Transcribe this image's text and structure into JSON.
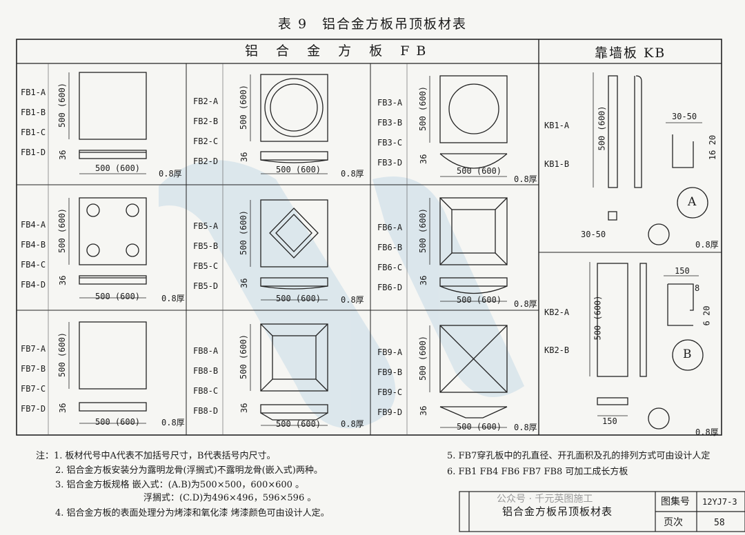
{
  "title": "表 9　铝合金方板吊顶板材表",
  "header": {
    "left": "铝 合 金 方 板 FB",
    "right": "靠墙板 KB"
  },
  "dims": {
    "side": "500 (600)",
    "bottom": "500 (600)",
    "h36": "36",
    "thick": "0.8厚"
  },
  "panels": [
    {
      "codes": [
        "FB1-A",
        "FB1-B",
        "FB1-C",
        "FB1-D"
      ]
    },
    {
      "codes": [
        "FB2-A",
        "FB2-B",
        "FB2-C",
        "FB2-D"
      ]
    },
    {
      "codes": [
        "FB3-A",
        "FB3-B",
        "FB3-C",
        "FB3-D"
      ]
    },
    {
      "codes": [
        "FB4-A",
        "FB4-B",
        "FB4-C",
        "FB4-D"
      ]
    },
    {
      "codes": [
        "FB5-A",
        "FB5-B",
        "FB5-C",
        "FB5-D"
      ]
    },
    {
      "codes": [
        "FB6-A",
        "FB6-B",
        "FB6-C",
        "FB6-D"
      ]
    },
    {
      "codes": [
        "FB7-A",
        "FB7-B",
        "FB7-C",
        "FB7-D"
      ]
    },
    {
      "codes": [
        "FB8-A",
        "FB8-B",
        "FB8-C",
        "FB8-D"
      ]
    },
    {
      "codes": [
        "FB9-A",
        "FB9-B",
        "FB9-C",
        "FB9-D"
      ]
    }
  ],
  "kb": {
    "top_codes": [
      "KB1-A",
      "KB1-B"
    ],
    "bottom_codes": [
      "KB2-A",
      "KB2-B"
    ],
    "detail_a": "A",
    "detail_b": "B",
    "d_30_50": "30-50",
    "d_16_20": "16 20",
    "d_150": "150",
    "d_8": "8",
    "d_6_20": "6 20"
  },
  "notes_left": [
    "注：1. 板材代号中A代表不加括号尺寸，B代表括号内尺寸。",
    "2. 铝合金方板安装分为露明龙骨(浮搁式)不露明龙骨(嵌入式)两种。",
    "3. 铝合金方板规格  嵌入式：(A.B)为500×500，600×600 。",
    "浮搁式：(C.D)为496×496，596×596 。",
    "4. 铝合金方板的表面处理分为烤漆和氧化漆  烤漆颜色可由设计人定。"
  ],
  "notes_right": [
    "5. FB7穿孔板中的孔直径、开孔面积及孔的排列方式可由设计人定",
    "6. FB1 FB4 FB6 FB7 FB8 可加工成长方板"
  ],
  "titleblock": {
    "name": "铝合金方板吊顶板材表",
    "atlas_label": "图集号",
    "atlas_no": "12YJ7-3",
    "page_label": "页次",
    "page_no": "58",
    "watermark": "公众号 · 千元英图施工"
  }
}
